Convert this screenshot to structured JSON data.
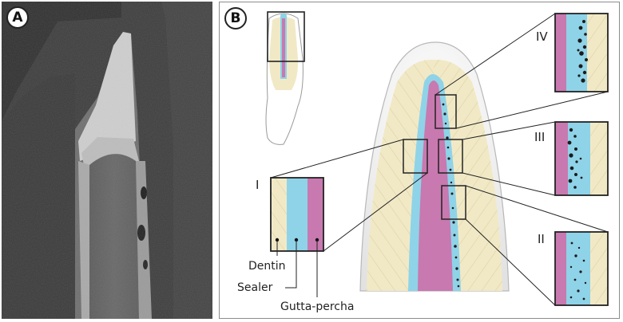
{
  "panels": {
    "a": {
      "label": "A"
    },
    "b": {
      "label": "B"
    }
  },
  "regions": {
    "i": "I",
    "ii": "II",
    "iii": "III",
    "iv": "IV"
  },
  "layers": {
    "dentin": "Dentin",
    "sealer": "Sealer",
    "gutta_percha": "Gutta-percha"
  },
  "colors": {
    "dentin": "#f1e9c6",
    "sealer": "#8fd3e8",
    "gutta_percha": "#c879b0",
    "void": "#1c1c1c",
    "micro_ct_background": "#3e3e3e"
  }
}
